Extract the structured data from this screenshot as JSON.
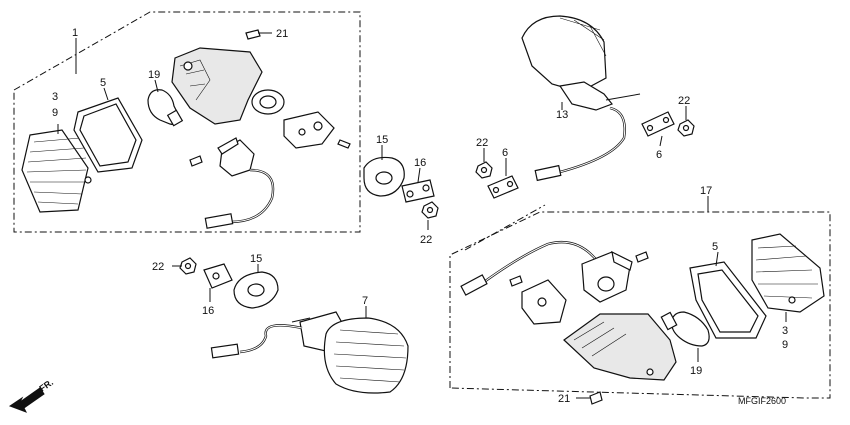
{
  "diagram": {
    "code": "MFGIF2600",
    "direction_marker": "FR.",
    "callouts": {
      "p1": "1",
      "p3_tl": "3",
      "p9_tl": "9",
      "p5_tl": "5",
      "p19_tl": "19",
      "p21_tl": "21",
      "p15_mid": "15",
      "p16_mid": "16",
      "p22_mid": "22",
      "p13": "13",
      "p22_tr": "22",
      "p6_tr": "6",
      "p22_c": "22",
      "p6_c": "6",
      "p22_bl": "22",
      "p15_bl": "15",
      "p16_bl": "16",
      "p7": "7",
      "p17": "17",
      "p5_br": "5",
      "p3_br": "3",
      "p9_br": "9",
      "p19_br": "19",
      "p21_br": "21"
    }
  }
}
